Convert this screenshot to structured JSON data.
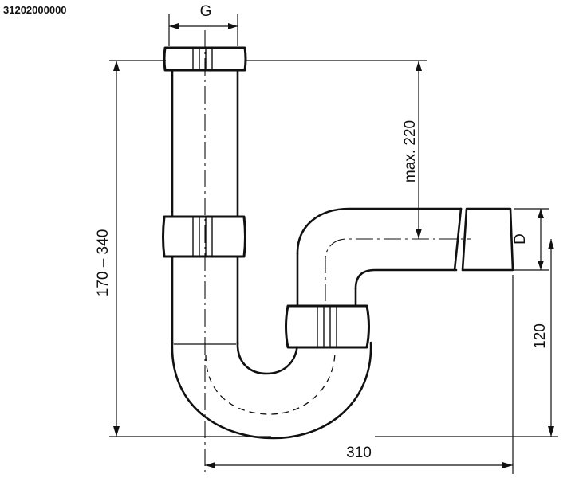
{
  "article_number": "31202000000",
  "dimensions": {
    "connection_thread": "G",
    "outlet_diameter": "D",
    "overall_height": "170 – 340",
    "max_dip_tube_height": "max. 220",
    "outlet_height": "120",
    "overall_length": "310"
  }
}
